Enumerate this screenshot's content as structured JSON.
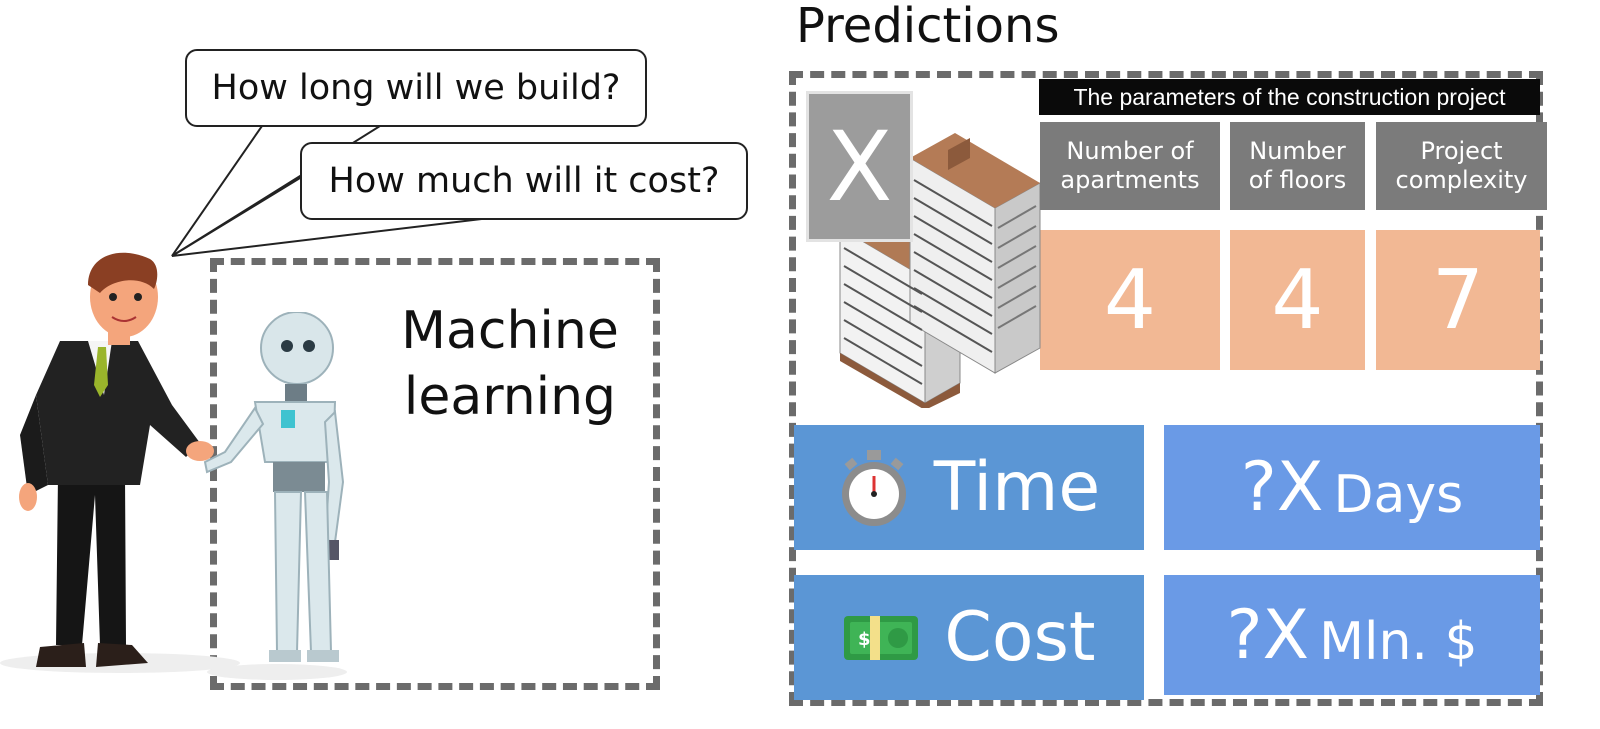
{
  "left": {
    "question_time": "How long will we build?",
    "question_cost": "How much will it cost?",
    "ml_label_line1": "Machine",
    "ml_label_line2": "learning",
    "person_icon": "businessman-illustration",
    "robot_icon": "robot-illustration"
  },
  "right": {
    "title": "Predictions",
    "x_label": "X",
    "building_icon": "apartment-building-illustration",
    "params_title": "The parameters of the construction project",
    "params": [
      {
        "label_line1": "Number of",
        "label_line2": "apartments",
        "value": "4"
      },
      {
        "label_line1": "Number",
        "label_line2": "of floors",
        "value": "4"
      },
      {
        "label_line1": "Project",
        "label_line2": "complexity",
        "value": "7"
      }
    ],
    "outputs": [
      {
        "icon": "stopwatch-icon",
        "label": "Time",
        "value_prefix": "?X",
        "value_unit": "Days"
      },
      {
        "icon": "banknote-icon",
        "label": "Cost",
        "value_prefix": "?X",
        "value_unit": "Mln. $"
      }
    ]
  },
  "colors": {
    "param_value_bg": "#f2b894",
    "param_header_bg": "#7b7b7b",
    "output_left_bg": "#5b96d5",
    "output_right_bg": "#6a9ae6",
    "dash": "#6b6b6b"
  }
}
